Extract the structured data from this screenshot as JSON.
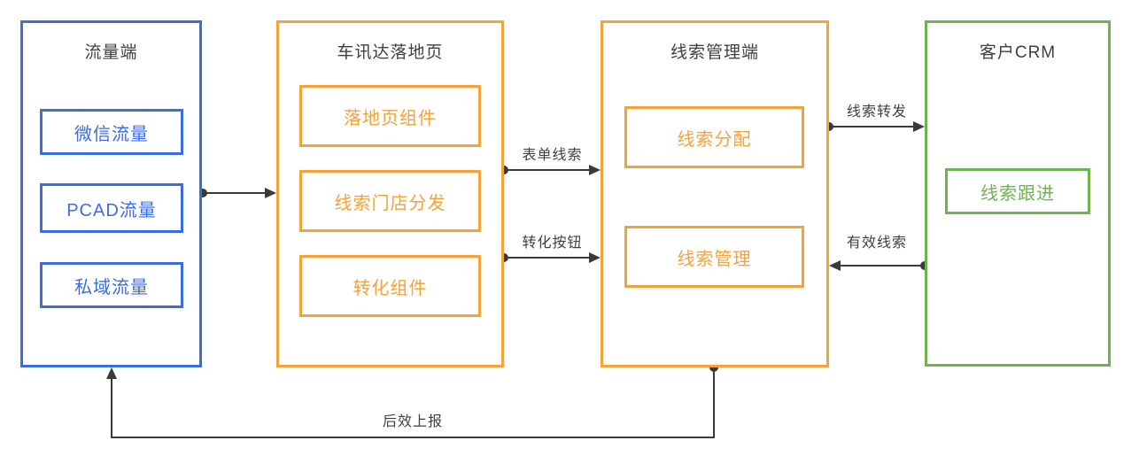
{
  "diagram": {
    "colors": {
      "traffic_accent": "#3b6ce0",
      "landing_accent": "#f2a33c",
      "leads_accent": "#f2a33c",
      "crm_accent": "#6fb251",
      "edge_line": "#3a3a3a",
      "background": "#ffffff"
    },
    "nodes": [
      {
        "id": "traffic",
        "title": "流量端",
        "accent": "#3b6ce0",
        "items": [
          "微信流量",
          "PCAD流量",
          "私域流量"
        ]
      },
      {
        "id": "landing",
        "title": "车讯达落地页",
        "accent": "#f2a33c",
        "items": [
          "落地页组件",
          "线索门店分发",
          "转化组件"
        ]
      },
      {
        "id": "leads",
        "title": "线索管理端",
        "accent": "#f2a33c",
        "items": [
          "线索分配",
          "线索管理"
        ]
      },
      {
        "id": "crm",
        "title": "客户CRM",
        "accent": "#6fb251",
        "items": [
          "线索跟进"
        ]
      }
    ],
    "edges": [
      {
        "from": "traffic",
        "to": "landing",
        "label": ""
      },
      {
        "from": "landing",
        "to": "leads",
        "label": "表单线索"
      },
      {
        "from": "landing",
        "to": "leads",
        "label": "转化按钮"
      },
      {
        "from": "leads",
        "to": "crm",
        "label": "线索转发"
      },
      {
        "from": "crm",
        "to": "leads",
        "label": "有效线索"
      },
      {
        "from": "leads",
        "to": "traffic",
        "label": "后效上报"
      }
    ]
  }
}
